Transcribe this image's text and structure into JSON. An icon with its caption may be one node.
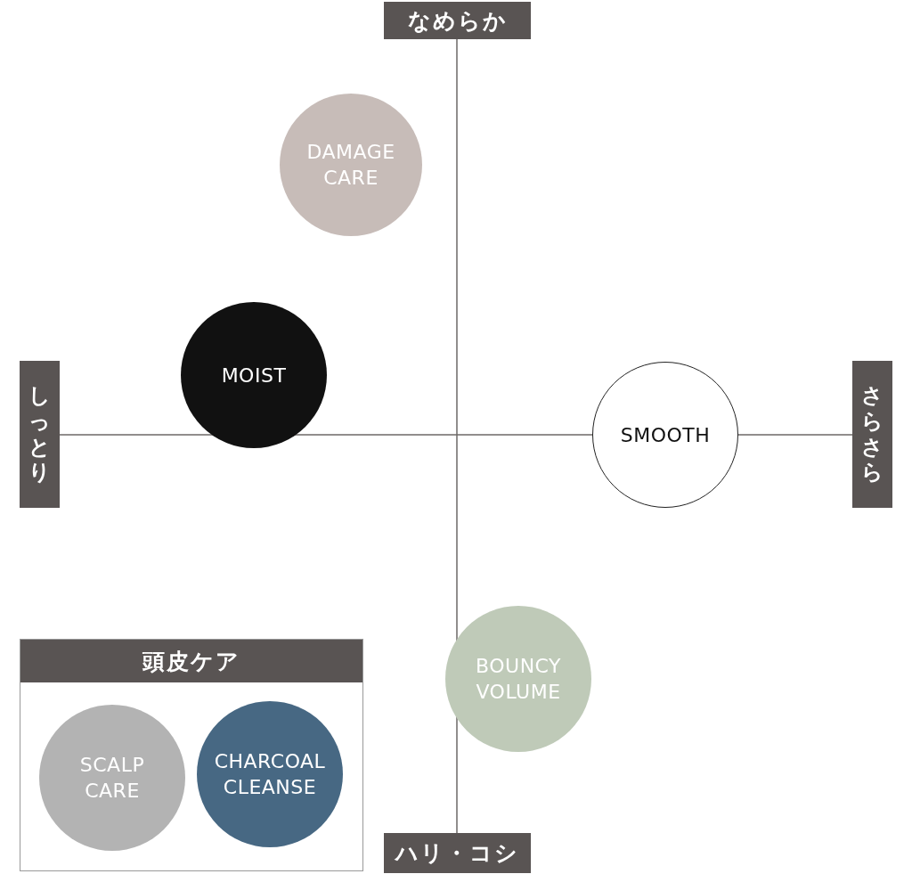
{
  "diagram": {
    "nodes": [
      {
        "text": [
          "なめらか"
        ]
      },
      {
        "text": [
          "DAMAGE CARE"
        ]
      },
      {
        "text": [
          "MOIST"
        ]
      },
      {
        "text": [
          "しっとり"
        ]
      },
      {
        "text": [
          "SMOOTH"
        ]
      },
      {
        "text": [
          "さらさら"
        ]
      },
      {
        "text": [
          "BOUNCY VOLUME"
        ]
      },
      {
        "text": [
          "頭皮ケア"
        ]
      },
      {
        "text": [
          "SCALP CARE"
        ],
        "in": 7
      },
      {
        "text": [
          "CHARCOAL CLEANSE"
        ],
        "in": 7
      },
      {
        "text": [
          "ハリ・コシ"
        ]
      }
    ]
  }
}
